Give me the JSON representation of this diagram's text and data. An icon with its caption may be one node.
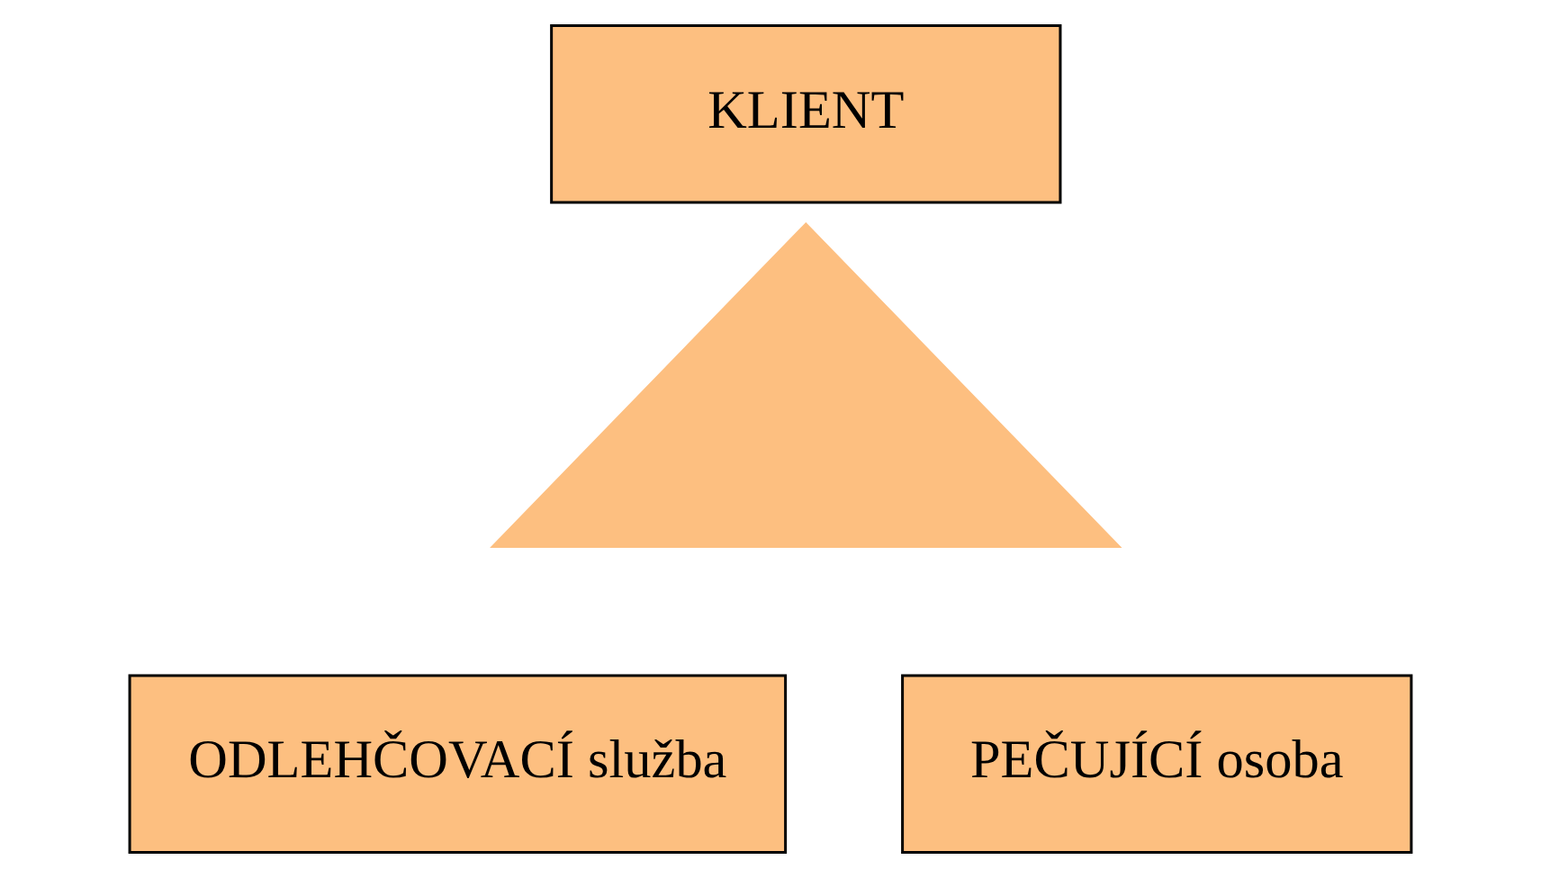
{
  "diagram": {
    "nodes": [
      {
        "text": [
          "KLIENT"
        ]
      },
      {
        "text": [],
        "shape": "triangle"
      },
      {
        "text": [
          "ODLEHČOVACÍ služba"
        ]
      },
      {
        "text": [
          "PEČUJÍCÍ osoba"
        ]
      }
    ]
  }
}
